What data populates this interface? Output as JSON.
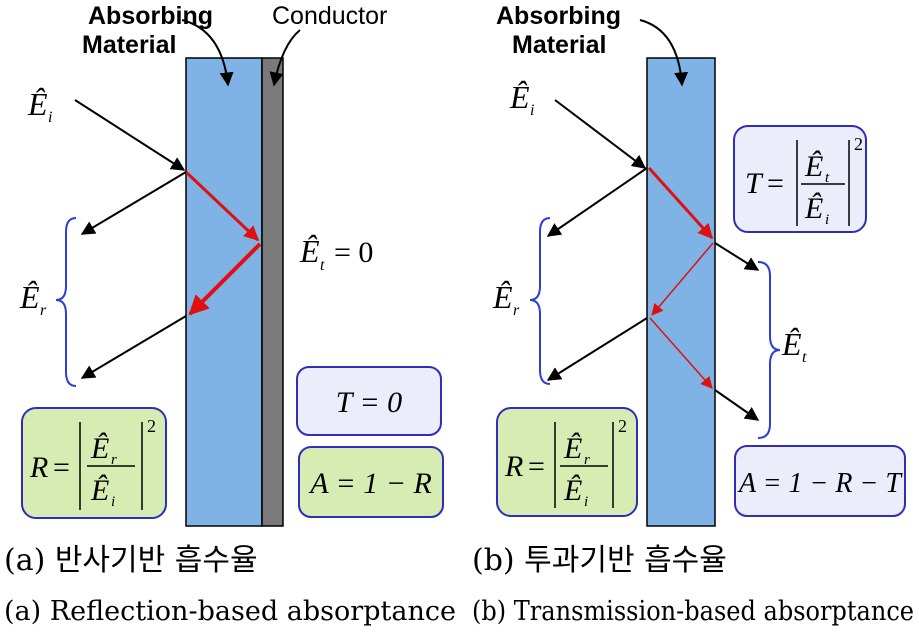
{
  "left_panel": {
    "material_label": [
      "Absorbing",
      "Material"
    ],
    "conductor_label": "Conductor",
    "incident_label": "Ê",
    "incident_sub": "i",
    "reflected_label": "Ê",
    "reflected_sub": "r",
    "transmitted_label": "Ê",
    "transmitted_sub": "t",
    "transmitted_value": "= 0",
    "t_box": "T = 0",
    "a_box": "A = 1 − R"
  },
  "right_panel": {
    "material_label": [
      "Absorbing",
      "Material"
    ],
    "incident_label": "Ê",
    "incident_sub": "i",
    "reflected_label": "Ê",
    "reflected_sub": "r",
    "transmitted_label": "Ê",
    "transmitted_sub": "t",
    "a_box": "A = 1 − R − T"
  },
  "captions": {
    "a_korean": "(a) 반사기반 흡수율",
    "b_korean": "(b) 투과기반 흡수율",
    "a_english": "(a) Reflection-based absorptance",
    "b_english": "(b) Transmission-based absorptance"
  },
  "colors": {
    "material": "#7fb3e6",
    "conductor": "#7a7a7a",
    "green_box": "#d7ecb3",
    "lavender_box": "#ececfb",
    "box_border": "#2e2eb8",
    "brace": "#2a3fd8",
    "red_ray": "#e01010"
  }
}
